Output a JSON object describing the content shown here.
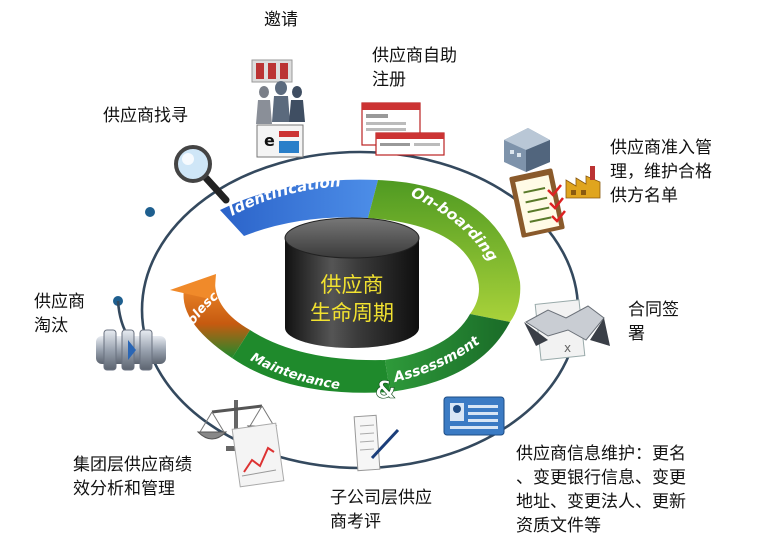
{
  "center": {
    "line1": "供应商",
    "line2": "生命周期"
  },
  "arc_labels": {
    "identification": "Identification",
    "onboarding": "On-boarding",
    "assessment": "Assessment",
    "maintenance": "Maintenance",
    "ampersand": "&",
    "obsolescence": "Obsolescence"
  },
  "stages": {
    "invite": "邀请",
    "self_register": "供应商自助\n注册",
    "search": "供应商找寻",
    "admission": "供应商准入管\n理，维护合格\n供方名单",
    "contract": "合同签\n署",
    "elimination": "供应商\n淘汰",
    "info_maintain": "供应商信息维护：更名\n、变更银行信息、变更\n地址、变更法人、更新\n资质文件等",
    "group_eval": "集团层供应商绩\n效分析和管理",
    "sub_eval": "子公司层供应\n商考评"
  },
  "colors": {
    "identification": "#2f6fd0",
    "onboarding": "#6aa82a",
    "assessment": "#1d7a2e",
    "obsolescence": "#e8701a",
    "outer_ring": "#34495e",
    "cylinder": "#2b2b2b",
    "center_text": "#f2e230"
  },
  "icons": [
    "people-icon",
    "email-icon",
    "magnifier-icon",
    "registration-form-icon",
    "building-icon",
    "checklist-icon",
    "factory-icon",
    "handshake-icon",
    "id-card-icon",
    "document-pen-icon",
    "scales-icon",
    "chart-icon",
    "pipe-valve-icon"
  ]
}
